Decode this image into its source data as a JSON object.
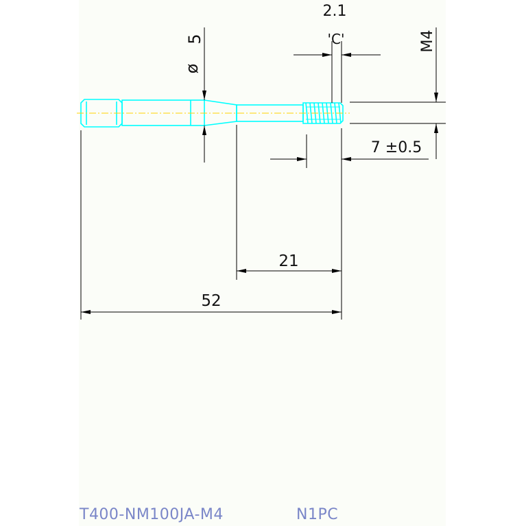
{
  "drawing": {
    "dims": {
      "overall_length": "52",
      "thread_length": "21",
      "thread_size": "M4",
      "thread_tolerance": "7 ±0.5",
      "chamfer": "2.1",
      "chamfer_tag": "'C'",
      "diameter_symbol": "ø",
      "shank_diameter": "5"
    },
    "title_block": {
      "part_number": "T400-NM100JA-M4",
      "code": "N1PC"
    },
    "colors": {
      "part_outline": "#00ffff",
      "centerline": "#ffd400",
      "dimension_lines": "#000000",
      "label_text": "#7a86c8"
    }
  }
}
